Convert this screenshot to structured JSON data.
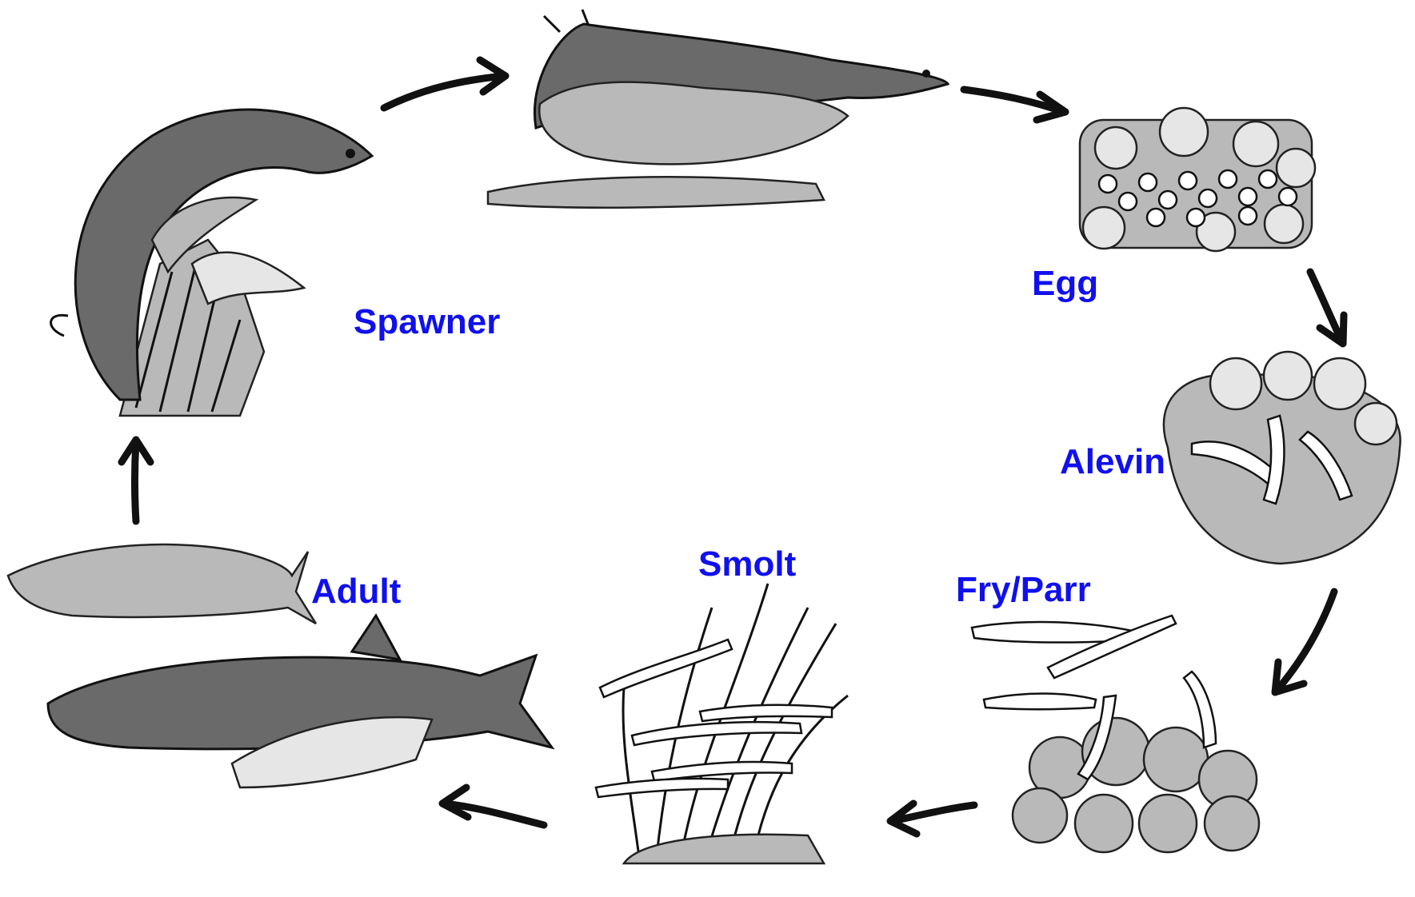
{
  "labels": {
    "spawner": "Spawner",
    "egg": "Egg",
    "alevin": "Alevin",
    "fry_parr": "Fry/Parr",
    "smolt": "Smolt",
    "adult": "Adult"
  },
  "colors": {
    "label": "#1010ee",
    "ink": "#111111"
  }
}
